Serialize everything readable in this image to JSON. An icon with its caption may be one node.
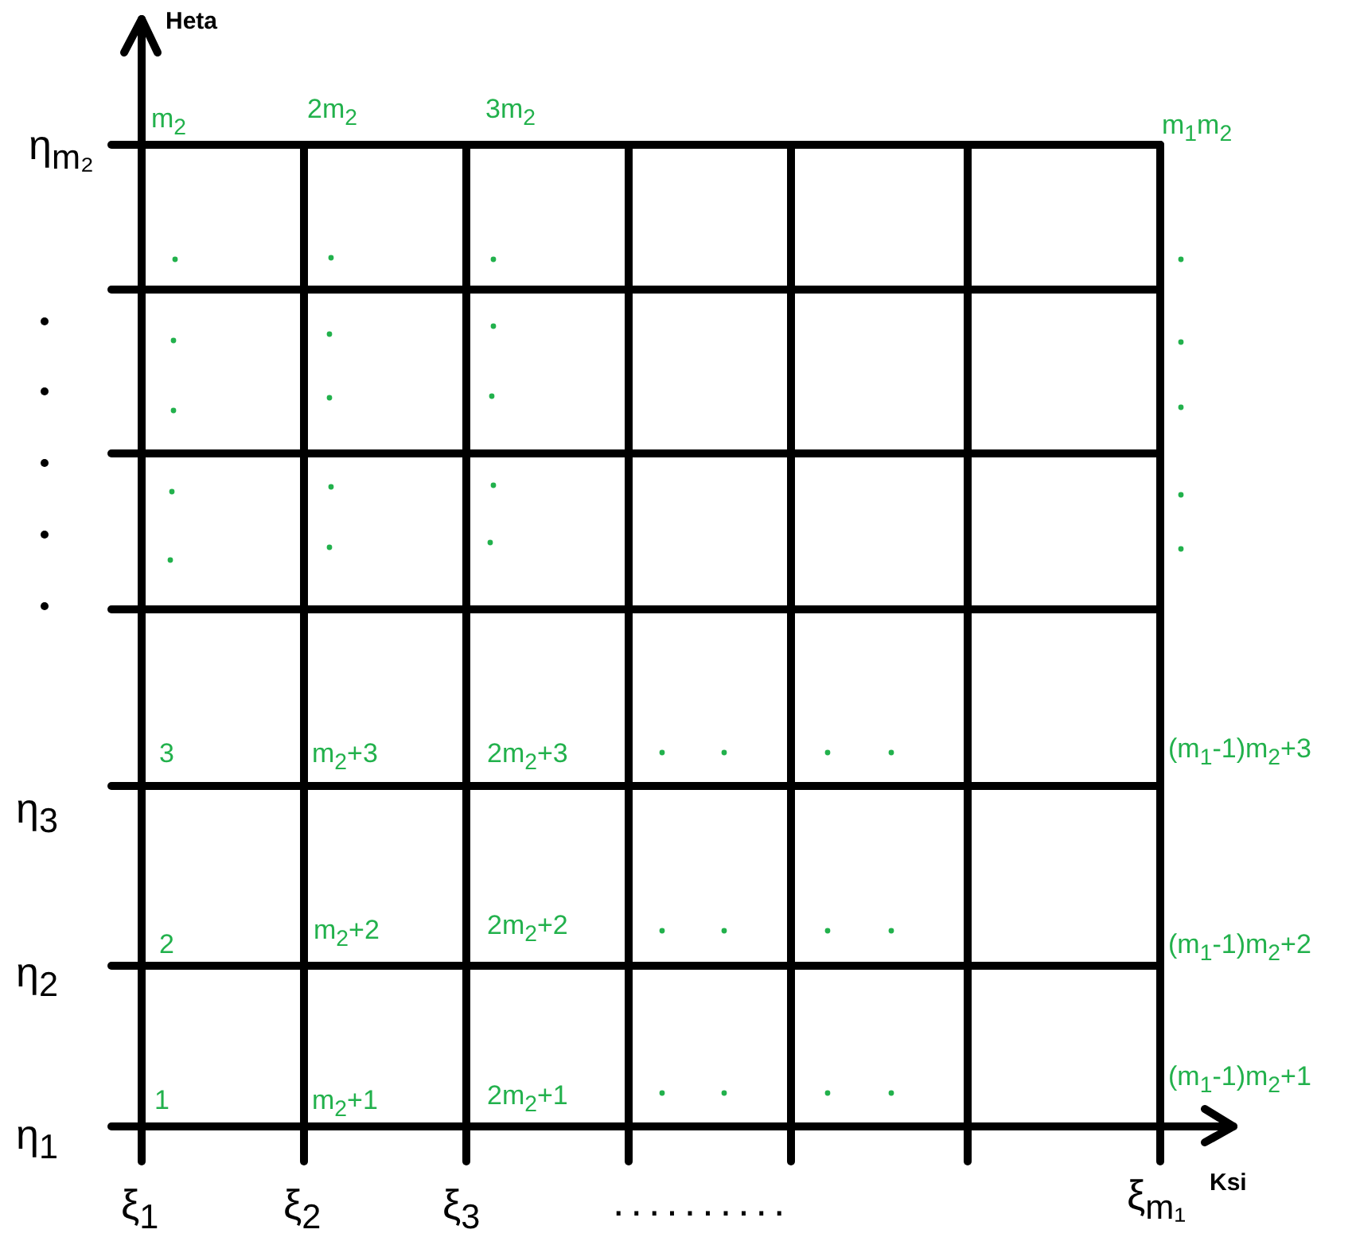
{
  "diagram": {
    "labels": [
      "Heta",
      "m$_{2}$",
      "2m$_{2}$",
      "3m$_{2}$",
      "m$_{1}$m$_{2}$",
      "η$_{m₂}$",
      "3",
      "m$_{2}$+3",
      "2m$_{2}$+3",
      "(m$_{1}$-1)m$_{2}$+3",
      "η$_{3}$",
      "2",
      "m$_{2}$+2",
      "2m$_{2}$+2",
      "(m$_{1}$-1)m$_{2}$+2",
      "η$_{2}$",
      "1",
      "m$_{2}$+1",
      "2m$_{2}$+1",
      "(m$_{1}$-1)m$_{2}$+1",
      "η$_{1}$",
      "Ksi",
      "ξ$_{1}$",
      "ξ$_{2}$",
      "ξ$_{3}$",
      "..........",
      "ξ$_{m₁}$"
    ]
  }
}
